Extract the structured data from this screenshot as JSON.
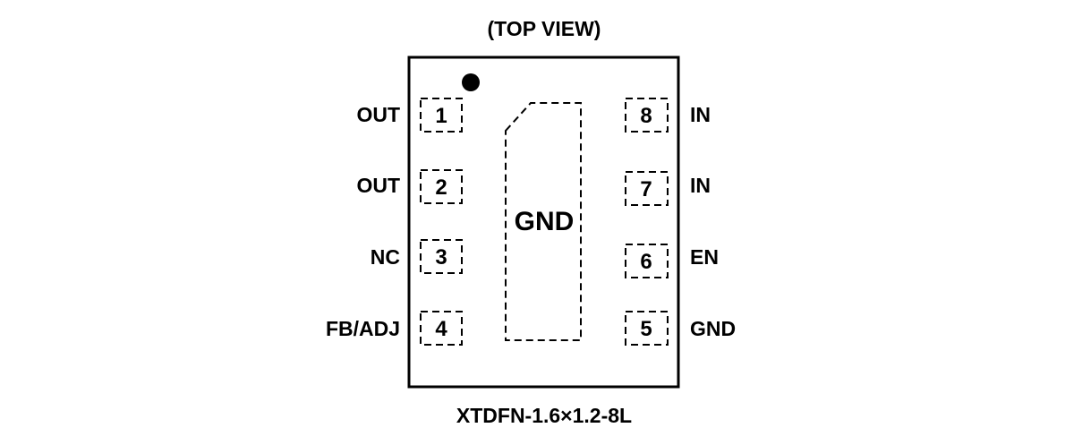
{
  "title": "(TOP VIEW)",
  "package": "XTDFN-1.6×1.2-8L",
  "exposed_pad": "GND",
  "pins_left": [
    {
      "number": "1",
      "name": "OUT"
    },
    {
      "number": "2",
      "name": "OUT"
    },
    {
      "number": "3",
      "name": "NC"
    },
    {
      "number": "4",
      "name": "FB/ADJ"
    }
  ],
  "pins_right": [
    {
      "number": "8",
      "name": "IN"
    },
    {
      "number": "7",
      "name": "IN"
    },
    {
      "number": "6",
      "name": "EN"
    },
    {
      "number": "5",
      "name": "GND"
    }
  ]
}
